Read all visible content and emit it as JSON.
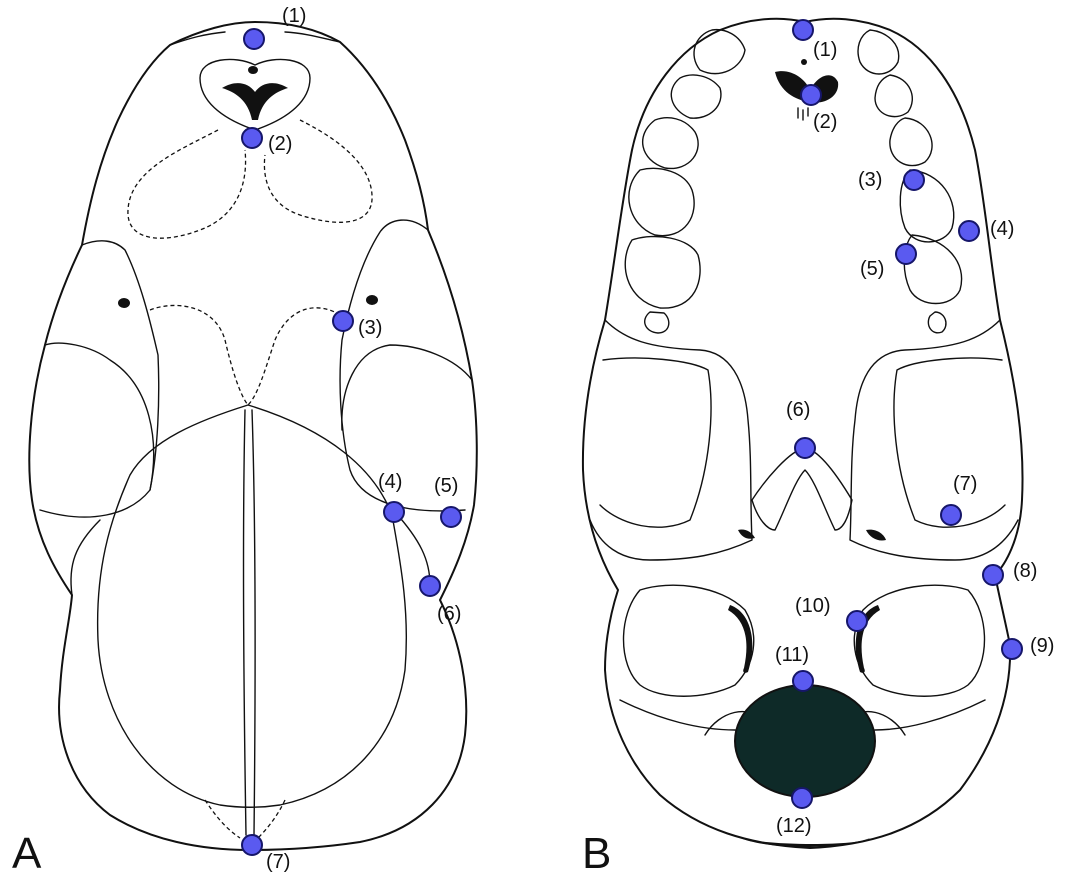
{
  "panels": [
    {
      "id": "A",
      "letter": "A",
      "landmarks": [
        {
          "label": "(1)"
        },
        {
          "label": "(2)"
        },
        {
          "label": "(3)"
        },
        {
          "label": "(4)"
        },
        {
          "label": "(5)"
        },
        {
          "label": "(6)"
        },
        {
          "label": "(7)"
        }
      ]
    },
    {
      "id": "B",
      "letter": "B",
      "landmarks": [
        {
          "label": "(1)"
        },
        {
          "label": "(2)"
        },
        {
          "label": "(3)"
        },
        {
          "label": "(4)"
        },
        {
          "label": "(5)"
        },
        {
          "label": "(6)"
        },
        {
          "label": "(7)"
        },
        {
          "label": "(8)"
        },
        {
          "label": "(9)"
        },
        {
          "label": "(10)"
        },
        {
          "label": "(11)"
        },
        {
          "label": "(12)"
        }
      ]
    }
  ],
  "colors": {
    "landmark_fill": "#5a5af0",
    "landmark_stroke": "#16166a",
    "line": "#111111",
    "foramen_fill": "#0e2a28"
  }
}
